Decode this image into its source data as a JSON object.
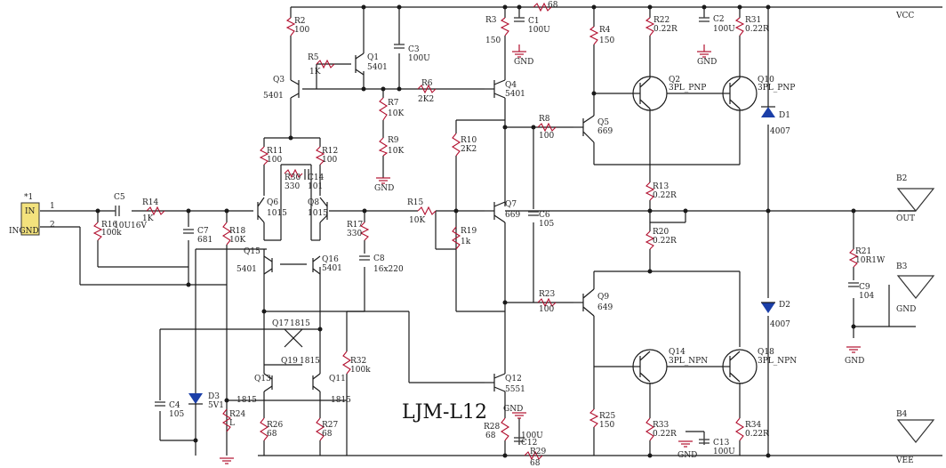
{
  "title": "LJM-L12",
  "rails": {
    "vcc": "VCC",
    "vee": "VEE",
    "out": "OUT",
    "gnd": "GND"
  },
  "connectors": {
    "input": {
      "ref": "*1",
      "pins": [
        "IN",
        "GND"
      ],
      "pin_numbers": [
        "1",
        "2"
      ],
      "label": "INGND"
    },
    "b2": "B2",
    "b3": "B3",
    "b4": "B4"
  },
  "labels": [
    {
      "k": "r2",
      "t": "R2"
    },
    {
      "k": "r2v",
      "t": "100"
    },
    {
      "k": "r5",
      "t": "R5"
    },
    {
      "k": "r5v",
      "t": "1K"
    },
    {
      "k": "q1",
      "t": "Q1"
    },
    {
      "k": "q1v",
      "t": "5401"
    },
    {
      "k": "c3",
      "t": "C3"
    },
    {
      "k": "c3v",
      "t": "100U"
    },
    {
      "k": "q3",
      "t": "Q3"
    },
    {
      "k": "q3v",
      "t": "5401"
    },
    {
      "k": "r3",
      "t": "R3"
    },
    {
      "k": "r3v",
      "t": "150"
    },
    {
      "k": "c1",
      "t": "C1"
    },
    {
      "k": "c1v",
      "t": "100U"
    },
    {
      "k": "r1v",
      "t": "68"
    },
    {
      "k": "r4",
      "t": "R4"
    },
    {
      "k": "r4v",
      "t": "150"
    },
    {
      "k": "r22",
      "t": "R22"
    },
    {
      "k": "r22v",
      "t": "0.22R"
    },
    {
      "k": "c2",
      "t": "C2"
    },
    {
      "k": "c2v",
      "t": "100U"
    },
    {
      "k": "r31",
      "t": "R31"
    },
    {
      "k": "r31v",
      "t": "0.22R"
    },
    {
      "k": "gnd1",
      "t": "GND"
    },
    {
      "k": "gnd2",
      "t": "GND"
    },
    {
      "k": "q2",
      "t": "Q2"
    },
    {
      "k": "q2v",
      "t": "3PL_PNP"
    },
    {
      "k": "q10",
      "t": "Q10"
    },
    {
      "k": "q10v",
      "t": "3PL_PNP"
    },
    {
      "k": "d1",
      "t": "D1"
    },
    {
      "k": "d1v",
      "t": "4007"
    },
    {
      "k": "r6",
      "t": "R6"
    },
    {
      "k": "r6v",
      "t": "2K2"
    },
    {
      "k": "q4",
      "t": "Q4"
    },
    {
      "k": "q4v",
      "t": "5401"
    },
    {
      "k": "r7",
      "t": "R7"
    },
    {
      "k": "r7v",
      "t": "10K"
    },
    {
      "k": "r9",
      "t": "R9"
    },
    {
      "k": "r9v",
      "t": "10K"
    },
    {
      "k": "gnd3",
      "t": "GND"
    },
    {
      "k": "r8",
      "t": "R8"
    },
    {
      "k": "r8v",
      "t": "100"
    },
    {
      "k": "q5",
      "t": "Q5"
    },
    {
      "k": "q5v",
      "t": "669"
    },
    {
      "k": "r11",
      "t": "R11"
    },
    {
      "k": "r11v",
      "t": "100"
    },
    {
      "k": "r12",
      "t": "R12"
    },
    {
      "k": "r12v",
      "t": "100"
    },
    {
      "k": "r10",
      "t": "R10"
    },
    {
      "k": "r10v",
      "t": "2K2"
    },
    {
      "k": "r30",
      "t": "R30"
    },
    {
      "k": "r30v",
      "t": "330"
    },
    {
      "k": "c14",
      "t": "C14"
    },
    {
      "k": "c14v",
      "t": "101"
    },
    {
      "k": "q6",
      "t": "Q6"
    },
    {
      "k": "q6v",
      "t": "1015"
    },
    {
      "k": "q8",
      "t": "Q8"
    },
    {
      "k": "q8v",
      "t": "1015"
    },
    {
      "k": "r13",
      "t": "R13"
    },
    {
      "k": "r13v",
      "t": "0.22R"
    },
    {
      "k": "c5",
      "t": "C5"
    },
    {
      "k": "c5v",
      "t": "10U16V"
    },
    {
      "k": "r14",
      "t": "R14"
    },
    {
      "k": "r14v",
      "t": "1K"
    },
    {
      "k": "r15",
      "t": "R15"
    },
    {
      "k": "r15v",
      "t": "10K"
    },
    {
      "k": "q7",
      "t": "Q7"
    },
    {
      "k": "q7v",
      "t": "669"
    },
    {
      "k": "c6",
      "t": "C6"
    },
    {
      "k": "c6v",
      "t": "105"
    },
    {
      "k": "r16",
      "t": "R16"
    },
    {
      "k": "r16v",
      "t": "100k"
    },
    {
      "k": "c7",
      "t": "C7"
    },
    {
      "k": "c7v",
      "t": "681"
    },
    {
      "k": "r18",
      "t": "R18"
    },
    {
      "k": "r18v",
      "t": "10K"
    },
    {
      "k": "r17",
      "t": "R17"
    },
    {
      "k": "r17v",
      "t": "330"
    },
    {
      "k": "r19",
      "t": "R19"
    },
    {
      "k": "r19v",
      "t": "1k"
    },
    {
      "k": "r20",
      "t": "R20"
    },
    {
      "k": "r20v",
      "t": "0.22R"
    },
    {
      "k": "q15",
      "t": "Q15"
    },
    {
      "k": "q15v",
      "t": "5401"
    },
    {
      "k": "q16",
      "t": "Q16"
    },
    {
      "k": "q16v",
      "t": "5401"
    },
    {
      "k": "c8",
      "t": "C8"
    },
    {
      "k": "c8v",
      "t": "16x220"
    },
    {
      "k": "r21",
      "t": "R21"
    },
    {
      "k": "r21v",
      "t": "10R1W"
    },
    {
      "k": "c9",
      "t": "C9"
    },
    {
      "k": "c9v",
      "t": "104"
    },
    {
      "k": "r23",
      "t": "R23"
    },
    {
      "k": "r23v",
      "t": "100"
    },
    {
      "k": "q9",
      "t": "Q9"
    },
    {
      "k": "q9v",
      "t": "649"
    },
    {
      "k": "d2",
      "t": "D2"
    },
    {
      "k": "d2v",
      "t": "4007"
    },
    {
      "k": "q17",
      "t": "Q17"
    },
    {
      "k": "q17v",
      "t": "1815"
    },
    {
      "k": "q19",
      "t": "Q19"
    },
    {
      "k": "q19v",
      "t": "1815"
    },
    {
      "k": "r32",
      "t": "R32"
    },
    {
      "k": "r32v",
      "t": "100k"
    },
    {
      "k": "q13",
      "t": "Q13"
    },
    {
      "k": "q11",
      "t": "Q11"
    },
    {
      "k": "q14",
      "t": "Q14"
    },
    {
      "k": "q14v",
      "t": "3PL_NPN"
    },
    {
      "k": "q18",
      "t": "Q18"
    },
    {
      "k": "q18v",
      "t": "3PL_NPN"
    },
    {
      "k": "q12",
      "t": "Q12"
    },
    {
      "k": "q12v",
      "t": "5551"
    },
    {
      "k": "c4",
      "t": "C4"
    },
    {
      "k": "c4v",
      "t": "105"
    },
    {
      "k": "d3",
      "t": "D3"
    },
    {
      "k": "d3v",
      "t": "5V1"
    },
    {
      "k": "q13v",
      "t": "1815"
    },
    {
      "k": "q11v",
      "t": "1815"
    },
    {
      "k": "r24",
      "t": "R24"
    },
    {
      "k": "r24v",
      "t": "L"
    },
    {
      "k": "r26",
      "t": "R26"
    },
    {
      "k": "r26v",
      "t": "68"
    },
    {
      "k": "r27",
      "t": "R27"
    },
    {
      "k": "r27v",
      "t": "68"
    },
    {
      "k": "gnd4",
      "t": "GND"
    },
    {
      "k": "r28",
      "t": "R28"
    },
    {
      "k": "r28v",
      "t": "68"
    },
    {
      "k": "c12v",
      "t": "100U"
    },
    {
      "k": "c12",
      "t": "C12"
    },
    {
      "k": "r29",
      "t": "R29"
    },
    {
      "k": "r29v",
      "t": "68"
    },
    {
      "k": "r25",
      "t": "R25"
    },
    {
      "k": "r25v",
      "t": "150"
    },
    {
      "k": "r33",
      "t": "R33"
    },
    {
      "k": "r33v",
      "t": "0.22R"
    },
    {
      "k": "gnd5",
      "t": "GND"
    },
    {
      "k": "c13",
      "t": "C13"
    },
    {
      "k": "c13v",
      "t": "100U"
    },
    {
      "k": "r34",
      "t": "R34"
    },
    {
      "k": "r34v",
      "t": "0.22R"
    },
    {
      "k": "gnd6",
      "t": "GND"
    }
  ]
}
